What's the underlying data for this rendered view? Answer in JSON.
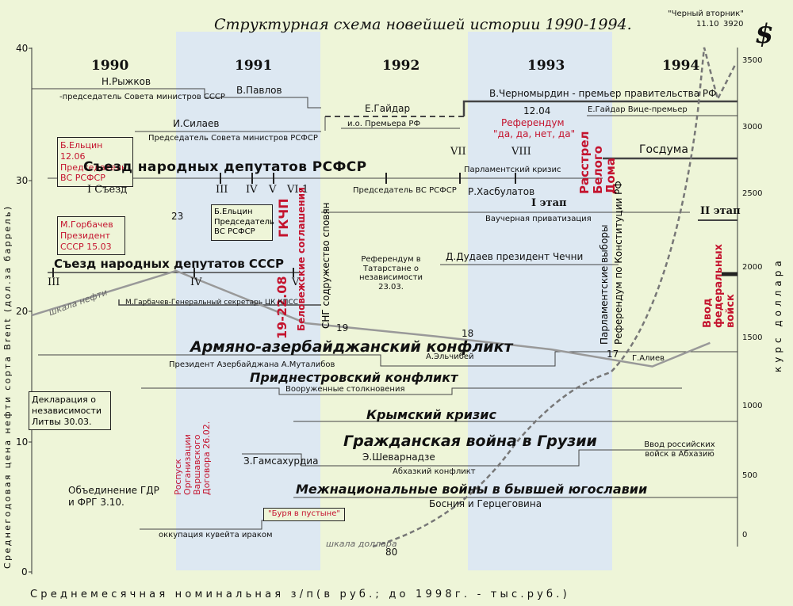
{
  "title": "Структурная схема новейшей истории 1990-1994.",
  "dollar_sign": "$",
  "black_tuesday": {
    "label": "\"Черный вторник\"",
    "date": "11.10",
    "value": "3920"
  },
  "left_axis_title": "Среднегодовая цена нефти сорта Brent (дол.за баррель)",
  "right_axis_title": "курс доллара",
  "bottom_axis_title": "Среднемесячная номинальная з/п(в руб.; до 1998г. - тыс.руб.)",
  "left_ticks": [
    "40",
    "30",
    "20",
    "10",
    "0"
  ],
  "right_ticks": [
    "3500",
    "3000",
    "2500",
    "2000",
    "1500",
    "1000",
    "500",
    "0"
  ],
  "years": [
    "1990",
    "1991",
    "1992",
    "1993",
    "1994"
  ],
  "colors": {
    "bg": "#eef5d8",
    "band": "#dde8f2",
    "red": "#c4132e",
    "oil": "#999999",
    "dollar": "#777777"
  },
  "people": {
    "ryzhkov": "Н.Рыжков",
    "ryzhkov_role": "-председатель Совета министров СССР",
    "pavlov": "В.Павлов",
    "gaidar": "Е.Гайдар",
    "gaidar_role": "и.о. Премьера РФ",
    "silaev": "И.Силаев",
    "silaev_role": "Председатель Совета министров РСФСР",
    "chernomyrdin": "В.Черномырдин - премьер правительства РФ",
    "gaidar_vice": "Е.Гайдар Вице-премьер"
  },
  "referendum": {
    "date": "12.04",
    "title": "Референдум",
    "answer": "\"да, да, нет, да\""
  },
  "yeltsin_chair": "Б.Ельцин 12.06 Председатель ВС РСФСР",
  "rsfsr_congress": {
    "title": "Съезд народных депутатов РСФСР",
    "first": "I Съезд",
    "r3": "III",
    "r4": "IV",
    "r5": "V",
    "r6": "VI-1",
    "r7": "VII",
    "r8": "VIII",
    "chairman": "Председатель ВС РСФСР",
    "crisis": "Парламентский кризис",
    "khasbulatov": "Р.Хасбулатов"
  },
  "white_house": "Расстрел Белого Дома",
  "duma": "Госдума",
  "voucher": {
    "stage1": "I этап",
    "label": "Ваучерная приватизация",
    "stage2": "II этап"
  },
  "gorbachev_pres": "М.Горбачев Президент СССР 15.03",
  "oil_points": {
    "p23": "23",
    "p19": "19",
    "p18": "18",
    "p17": "17"
  },
  "yeltsin_box": "Б.Ельцин Председатель ВС РСФСР",
  "gkchp": "ГКЧП",
  "gkchp_date": "19-22.08",
  "belovezh": "Беловежские соглашения",
  "cis": "СНГ содружество сповян",
  "tatarstan": "Референдум в Татарстане о независимости 23.03.",
  "dudaev": "Д.Дудаев президент Чечни",
  "elections": "Парламентские выборы",
  "constitution": "Референдум по Конституции РФ",
  "troops_chechnya": "Ввод федеральных войск",
  "ussr_congress": {
    "title": "Съезд народных депутатов СССР",
    "r3": "III",
    "r4": "IV",
    "r5": "V"
  },
  "oil_scale": "шкала нефти",
  "gorbachev_gensec": "М.Гарбачев-Генеральный секретарь ЦК КПСС",
  "armenia": {
    "title": "Армяно-азербайджанский конфликт",
    "elchibey": "А.Эльчибей",
    "mutalibov": "Президент Азербайджана А.Муталибов",
    "aliev": "Г.Алиев"
  },
  "transnistria": {
    "title": "Приднестровский конфликт",
    "armed": "Вооруженные столкновения"
  },
  "lithuania": "Декларация о независимости Литвы 30.03.",
  "warsaw": "Роспуск Организации Варшавского Договора 26.02.",
  "crimea": "Крымский кризис",
  "georgia": {
    "title": "Гражданская война в Грузии",
    "gamsakhurdia": "З.Гамсахурдиа",
    "shevardnadze": "Э.Шеварнадзе",
    "abkhaz": "Абхазкий конфликт",
    "russian_troops": "Ввод российских войск в Абхазию"
  },
  "germany": "Объединение ГДР и ФРГ   3.10.",
  "yugoslavia": {
    "title": "Межнациональные войны в бывшей югославии",
    "bosnia": "Босния и Герцеговина"
  },
  "desert_storm": "\"Буря в пустыне\"",
  "kuwait": "оккупация кувейта ираком",
  "dollar_scale": "шкала доллара",
  "dollar_start": "80",
  "oil_series": [
    {
      "year": "1990",
      "value": 19.6
    },
    {
      "year": "1991",
      "value": 23
    },
    {
      "year": "1991.9",
      "value": 19
    },
    {
      "year": "1992.8",
      "value": 18
    },
    {
      "year": "1993.6",
      "value": 17
    },
    {
      "year": "1994.3",
      "value": 15.7
    },
    {
      "year": "1994.7",
      "value": 17.5
    }
  ]
}
